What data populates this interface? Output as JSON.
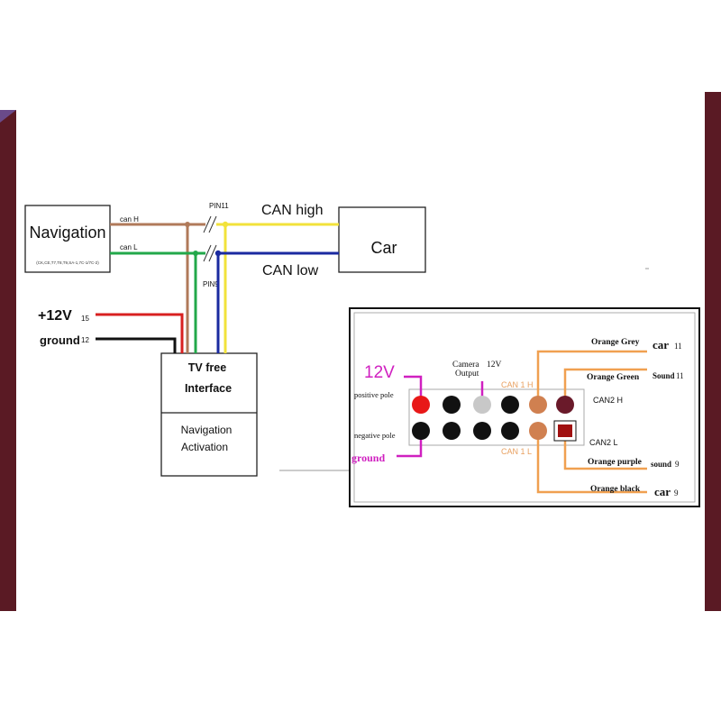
{
  "colors": {
    "frame": "#5a1a24",
    "brown_wire": "#b07a5a",
    "green_wire": "#22a84a",
    "yellow_wire": "#f2e23a",
    "blue_wire": "#1a2aa0",
    "red_wire": "#d82020",
    "orange_wire": "#f0a050",
    "magenta": "#d020c0",
    "can_label": "#e8a060"
  },
  "left": {
    "navigation_box": "Navigation",
    "navigation_sub": "(CK,CE,T7,T8,T9,SA-1,7C-1/7C-2)",
    "can_h": "can H",
    "can_l": "can L",
    "pin11": "PIN11",
    "pin9": "PIN9",
    "can_high": "CAN high",
    "can_low": "CAN low",
    "car_box": "Car",
    "plus12v": "+12V",
    "plus12v_pin": "15",
    "ground": "ground",
    "ground_pin": "12",
    "interface_line1": "TV free",
    "interface_line2": "Interface",
    "activation_line1": "Navigation",
    "activation_line2": "Activation"
  },
  "connector": {
    "label_12v": "12V",
    "positive_pole": "positive pole",
    "negative_pole": "negative pole",
    "ground": "ground",
    "camera_line1": "Camera",
    "camera_12v": "12V",
    "camera_line2": "Output",
    "can1h": "CAN 1 H",
    "can1l": "CAN 1 L",
    "can2h": "CAN2 H",
    "can2l": "CAN2 L",
    "orange_grey": "Orange Grey",
    "car_top": "car",
    "car_top_pin": "11",
    "orange_green": "Orange Green",
    "sound_top": "Sound",
    "sound_top_pin": "11",
    "orange_purple": "Orange purple",
    "sound_bottom": "sound",
    "sound_bottom_pin": "9",
    "orange_black": "Orange black",
    "car_bottom": "car",
    "car_bottom_pin": "9"
  }
}
